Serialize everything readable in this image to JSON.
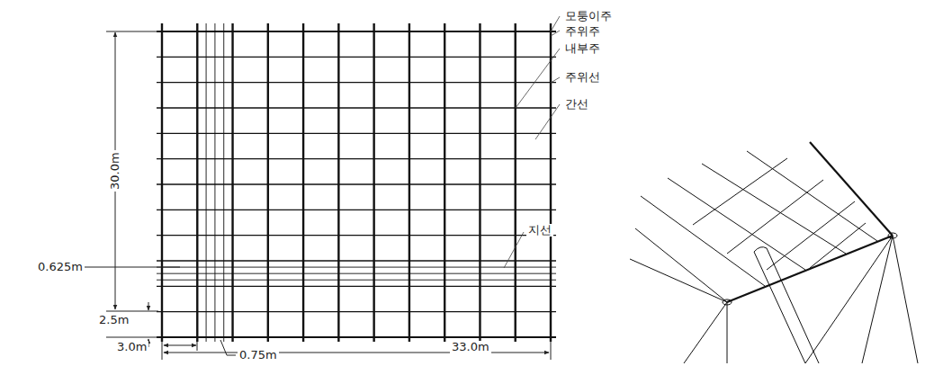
{
  "diagram": {
    "labels": [
      "모퉁이주",
      "주위주",
      "내부주",
      "주위선",
      "간선",
      "지선",
      "30.0m",
      "0.625m",
      "2.5m",
      "3.0m",
      "0.75m",
      "33.0m"
    ]
  }
}
